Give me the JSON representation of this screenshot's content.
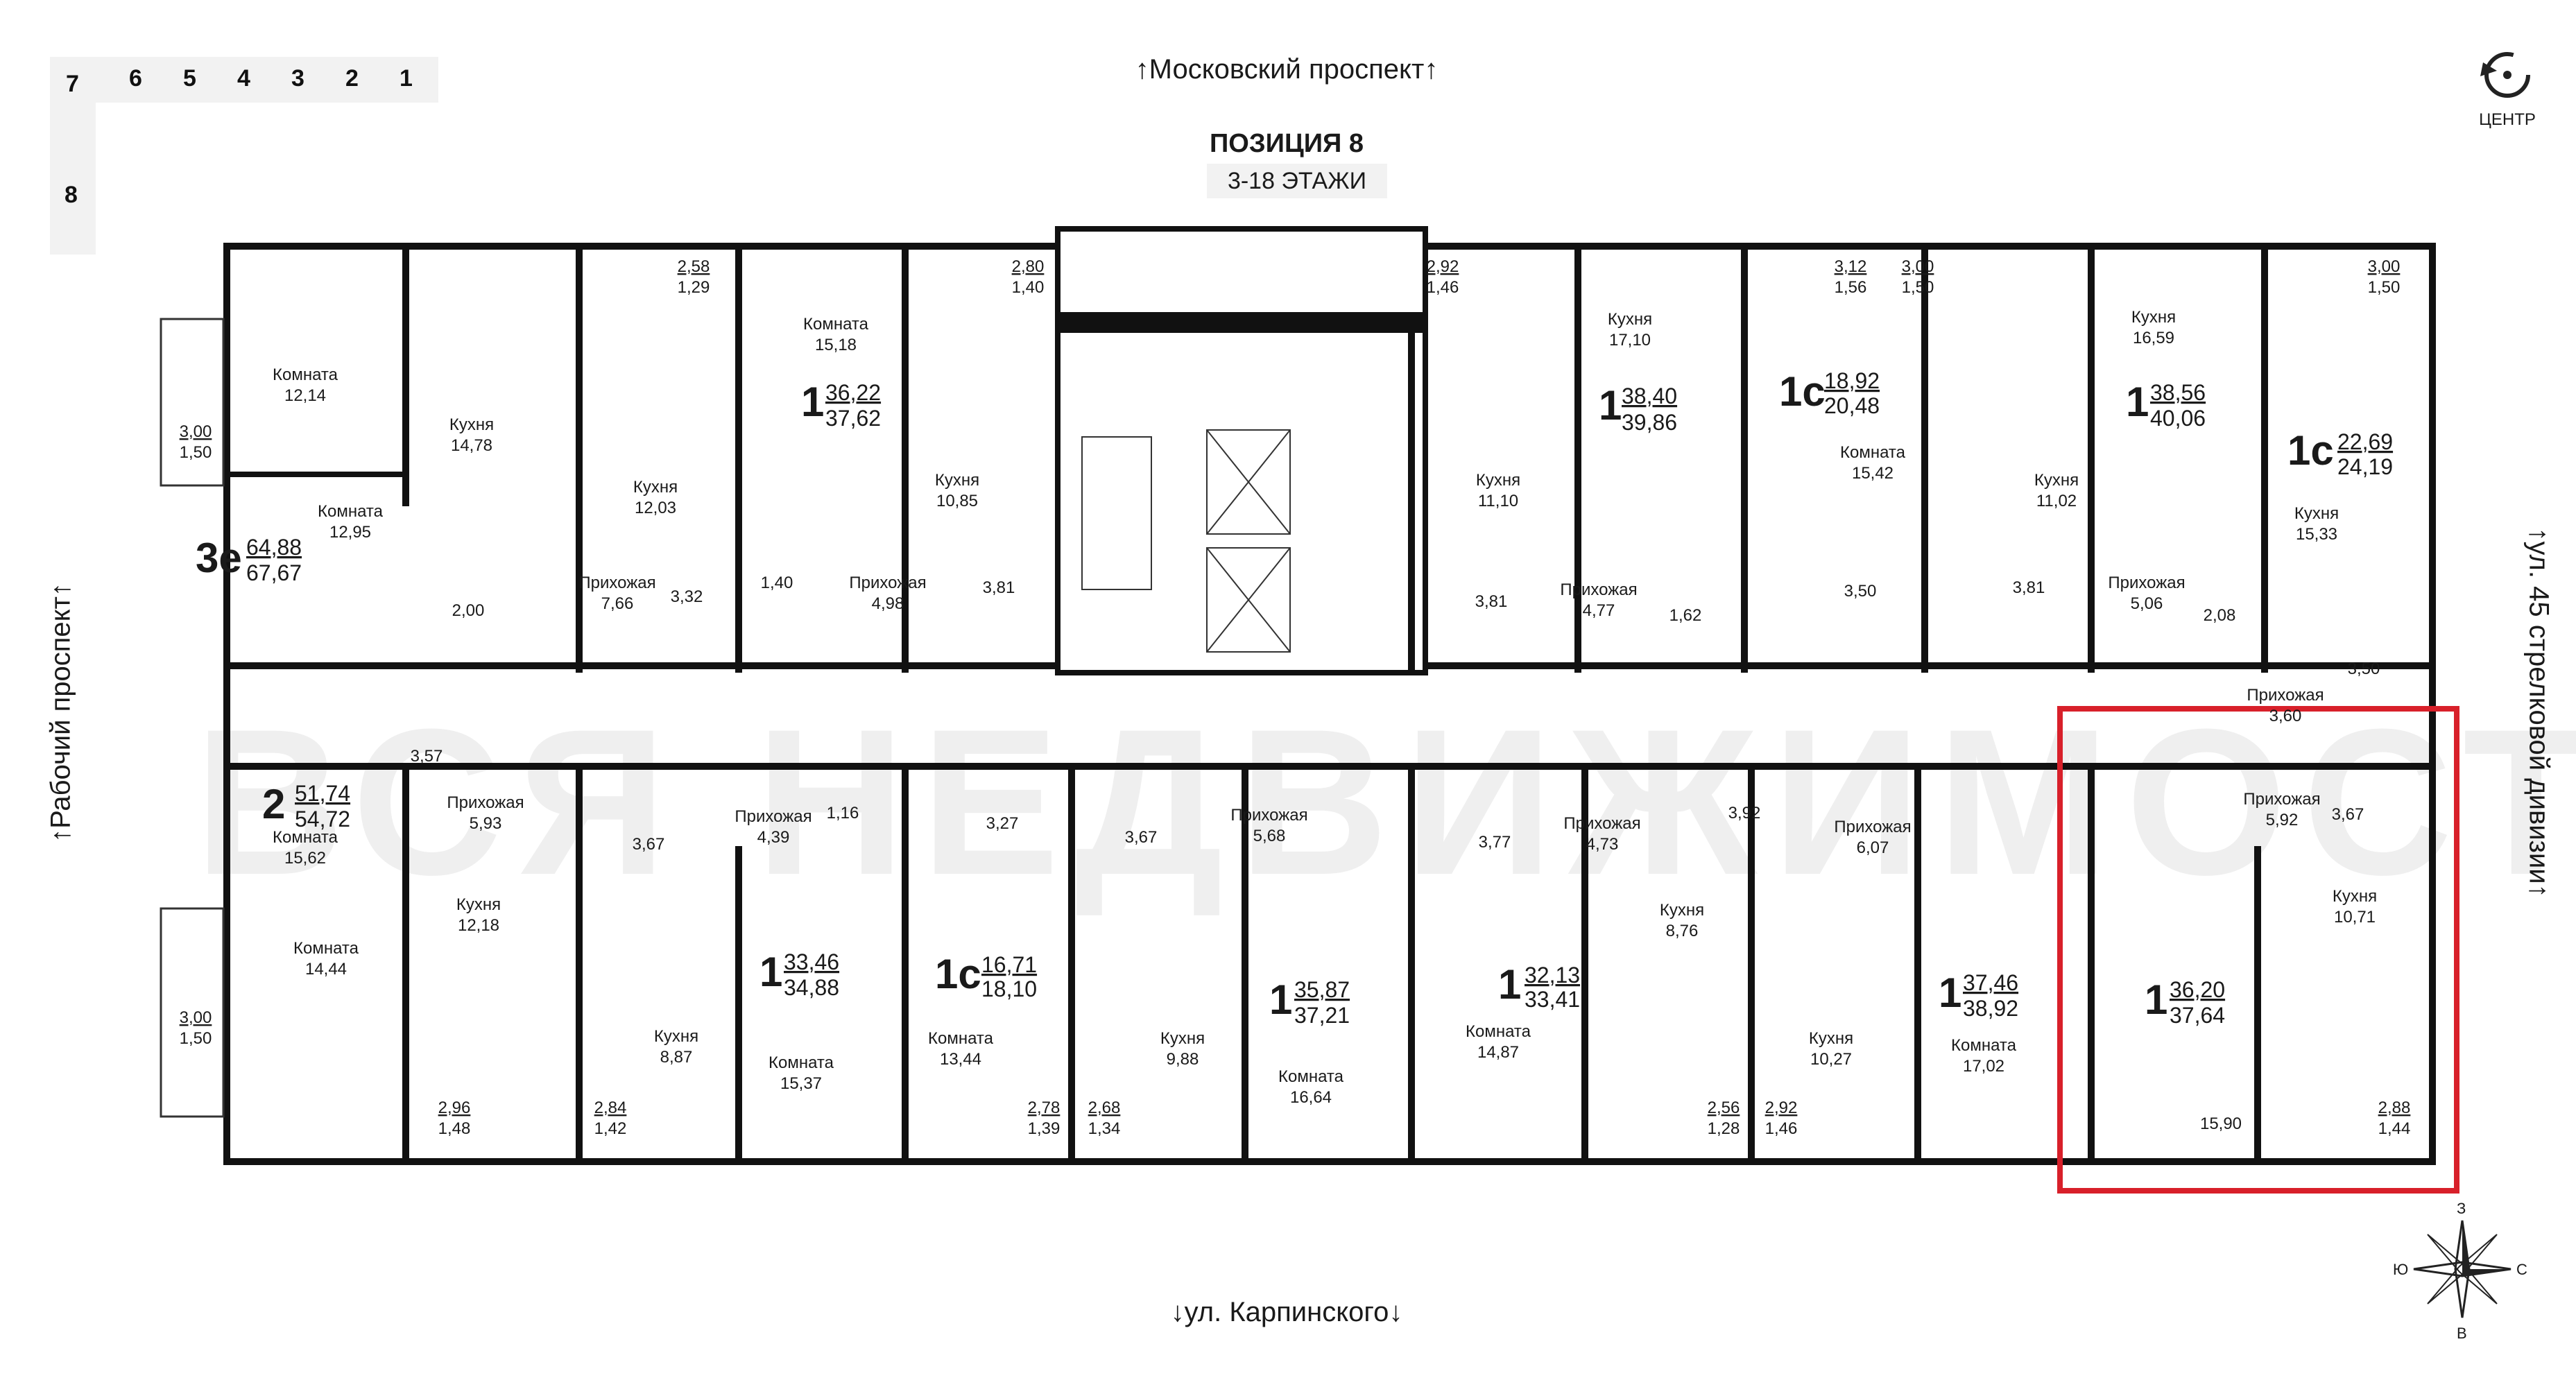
{
  "floor_selector": {
    "floors": [
      "7",
      "6",
      "5",
      "4",
      "3",
      "2",
      "1",
      "8"
    ]
  },
  "header": {
    "title": "ПОЗИЦИЯ 8",
    "subtitle": "3-18 ЭТАЖИ"
  },
  "streets": {
    "top": "↑Московский проспект↑",
    "bottom": "↓ул. Карпинского↓",
    "left": "↑Рабочий проспект↑",
    "right": "↑ул. 45 стрелковой дивизии↑"
  },
  "center_button": {
    "label": "ЦЕНТР",
    "icon": "rotate-arrow-icon"
  },
  "compass": {
    "n": "З",
    "e": "С",
    "s": "В",
    "w": "Ю",
    "icon": "compass-rose-icon"
  },
  "watermark": "ВСЯ НЕДВИЖИМОСТЬ",
  "highlight_color": "#d8202a",
  "apartments": [
    {
      "id": "a1",
      "rooms": "3е",
      "living": "64,88",
      "total": "67,67"
    },
    {
      "id": "a2",
      "rooms": "1",
      "living": "36,22",
      "total": "37,62"
    },
    {
      "id": "a3",
      "rooms": "1",
      "living": "38,40",
      "total": "39,86"
    },
    {
      "id": "a4",
      "rooms": "1с",
      "living": "18,92",
      "total": "20,48"
    },
    {
      "id": "a5",
      "rooms": "1",
      "living": "38,56",
      "total": "40,06"
    },
    {
      "id": "a6",
      "rooms": "1с",
      "living": "22,69",
      "total": "24,19"
    },
    {
      "id": "a7",
      "rooms": "2",
      "living": "51,74",
      "total": "54,72"
    },
    {
      "id": "a8",
      "rooms": "1",
      "living": "33,46",
      "total": "34,88"
    },
    {
      "id": "a9",
      "rooms": "1с",
      "living": "16,71",
      "total": "18,10"
    },
    {
      "id": "a10",
      "rooms": "1",
      "living": "35,87",
      "total": "37,21"
    },
    {
      "id": "a11",
      "rooms": "1",
      "living": "32,13",
      "total": "33,41"
    },
    {
      "id": "a12",
      "rooms": "1",
      "living": "37,46",
      "total": "38,92"
    },
    {
      "id": "a13",
      "rooms": "1",
      "living": "36,20",
      "total": "37,64"
    }
  ],
  "rooms": [
    {
      "name": "Комната",
      "area": "12,14"
    },
    {
      "name": "Кухня",
      "area": "14,78"
    },
    {
      "name": "Комната",
      "area": "12,95"
    },
    {
      "name": "Кухня",
      "area": "12,03"
    },
    {
      "name": "Прихожая",
      "area": "7,66"
    },
    {
      "name": "Комната",
      "area": "15,18"
    },
    {
      "name": "Кухня",
      "area": "10,85"
    },
    {
      "name": "Прихожая",
      "area": "4,98"
    },
    {
      "name": "Кухня",
      "area": "11,10"
    },
    {
      "name": "Кухня",
      "area": "17,10"
    },
    {
      "name": "Прихожая",
      "area": "4,77"
    },
    {
      "name": "Комната",
      "area": "15,42"
    },
    {
      "name": "Кухня",
      "area": "11,02"
    },
    {
      "name": "Кухня",
      "area": "16,59"
    },
    {
      "name": "Прихожая",
      "area": "5,06"
    },
    {
      "name": "Кухня",
      "area": "15,33"
    },
    {
      "name": "Прихожая",
      "area": "3,60"
    },
    {
      "name": "Комната",
      "area": "15,62"
    },
    {
      "name": "Прихожая",
      "area": "5,93"
    },
    {
      "name": "Кухня",
      "area": "12,18"
    },
    {
      "name": "Комната",
      "area": "14,44"
    },
    {
      "name": "Прихожая",
      "area": "4,39"
    },
    {
      "name": "Кухня",
      "area": "8,87"
    },
    {
      "name": "Комната",
      "area": "15,37"
    },
    {
      "name": "Комната",
      "area": "13,44"
    },
    {
      "name": "Прихожая",
      "area": "5,68"
    },
    {
      "name": "Кухня",
      "area": "9,88"
    },
    {
      "name": "Комната",
      "area": "16,64"
    },
    {
      "name": "Комната",
      "area": "14,87"
    },
    {
      "name": "Прихожая",
      "area": "4,73"
    },
    {
      "name": "Кухня",
      "area": "8,76"
    },
    {
      "name": "Прихожая",
      "area": "6,07"
    },
    {
      "name": "Кухня",
      "area": "10,27"
    },
    {
      "name": "Комната",
      "area": "17,02"
    },
    {
      "name": "Прихожая",
      "area": "5,92"
    },
    {
      "name": "Кухня",
      "area": "10,71"
    }
  ],
  "small_areas": [
    "2,00",
    "3,32",
    "1,40",
    "3,81",
    "3,81",
    "1,62",
    "3,50",
    "3,81",
    "2,08",
    "3,50",
    "3,57",
    "3,67",
    "1,16",
    "3,27",
    "3,67",
    "3,77",
    "3,92",
    "3,67",
    "15,90"
  ],
  "balconies": [
    {
      "a": "3,00",
      "b": "1,50"
    },
    {
      "a": "2,58",
      "b": "1,29"
    },
    {
      "a": "2,80",
      "b": "1,40"
    },
    {
      "a": "2,92",
      "b": "1,46"
    },
    {
      "a": "3,12",
      "b": "1,56"
    },
    {
      "a": "3,00",
      "b": "1,50"
    },
    {
      "a": "3,00",
      "b": "1,50"
    },
    {
      "a": "3,00",
      "b": "1,50"
    },
    {
      "a": "2,96",
      "b": "1,48"
    },
    {
      "a": "2,84",
      "b": "1,42"
    },
    {
      "a": "2,78",
      "b": "1,39"
    },
    {
      "a": "2,68",
      "b": "1,34"
    },
    {
      "a": "2,56",
      "b": "1,28"
    },
    {
      "a": "2,92",
      "b": "1,46"
    },
    {
      "a": "2,88",
      "b": "1,44"
    }
  ]
}
